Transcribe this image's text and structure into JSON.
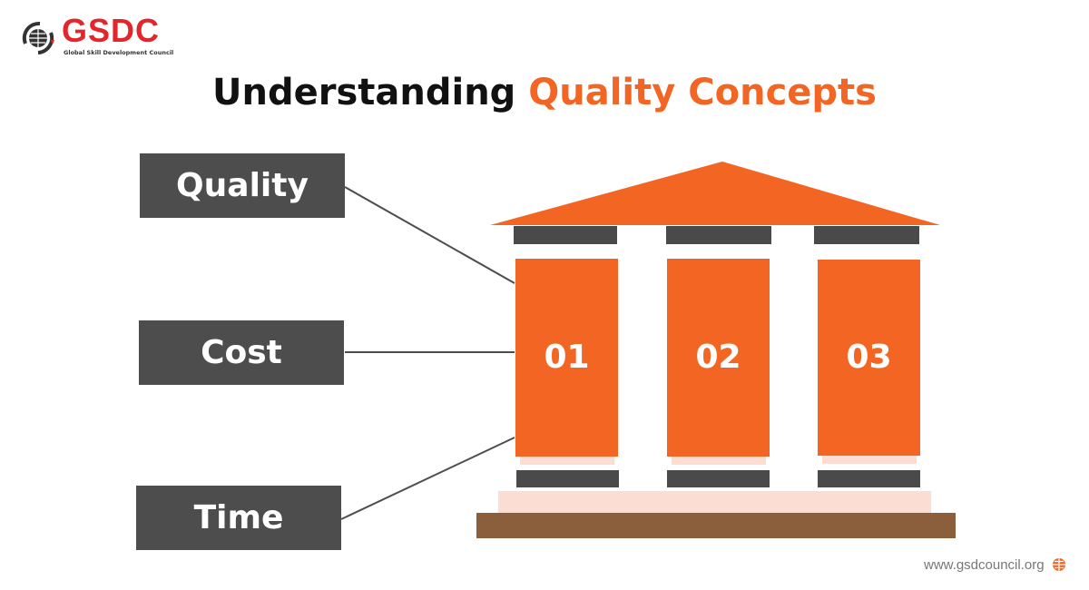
{
  "logo": {
    "name": "GSDC",
    "subtitle": "Global Skill Development Council"
  },
  "title": {
    "prefix": "Understanding",
    "highlight": "Quality Concepts"
  },
  "labels": [
    "Quality",
    "Cost",
    "Time"
  ],
  "pillars": [
    "01",
    "02",
    "03"
  ],
  "footer": {
    "url": "www.gsdcouncil.org"
  },
  "colors": {
    "accent": "#f26522",
    "dark": "#4d4d4d",
    "base": "#8b5e3c",
    "pink": "#fcddd4"
  }
}
